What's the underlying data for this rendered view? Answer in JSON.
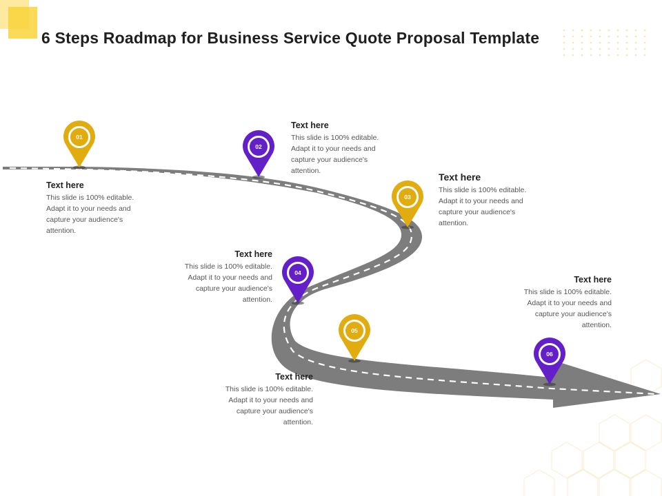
{
  "title": "6 Steps Roadmap for Business Service Quote Proposal Template",
  "colors": {
    "gold": "#e0ac0f",
    "purple": "#6320c8",
    "road": "#7d7d7d",
    "accent_yellow": "#f9d33a"
  },
  "steps": [
    {
      "number": "01",
      "color": "gold",
      "heading": "Text here",
      "body": "This slide is 100% editable. Adapt it to your needs and capture your audience's attention."
    },
    {
      "number": "02",
      "color": "purple",
      "heading": "Text here",
      "body": "This slide is 100% editable. Adapt it to your needs and capture your audience's attention."
    },
    {
      "number": "03",
      "color": "gold",
      "heading": "Text here",
      "body": "This slide is 100% editable. Adapt it to your needs and capture your audience's attention."
    },
    {
      "number": "04",
      "color": "purple",
      "heading": "Text here",
      "body": "This slide is 100% editable. Adapt it to your needs and capture your audience's attention."
    },
    {
      "number": "05",
      "color": "gold",
      "heading": "Text here",
      "body": "This slide is 100% editable. Adapt it to your needs and capture your audience's attention."
    },
    {
      "number": "06",
      "color": "purple",
      "heading": "Text here",
      "body": "This slide is 100% editable. Adapt it to your needs and capture your audience's attention."
    }
  ]
}
